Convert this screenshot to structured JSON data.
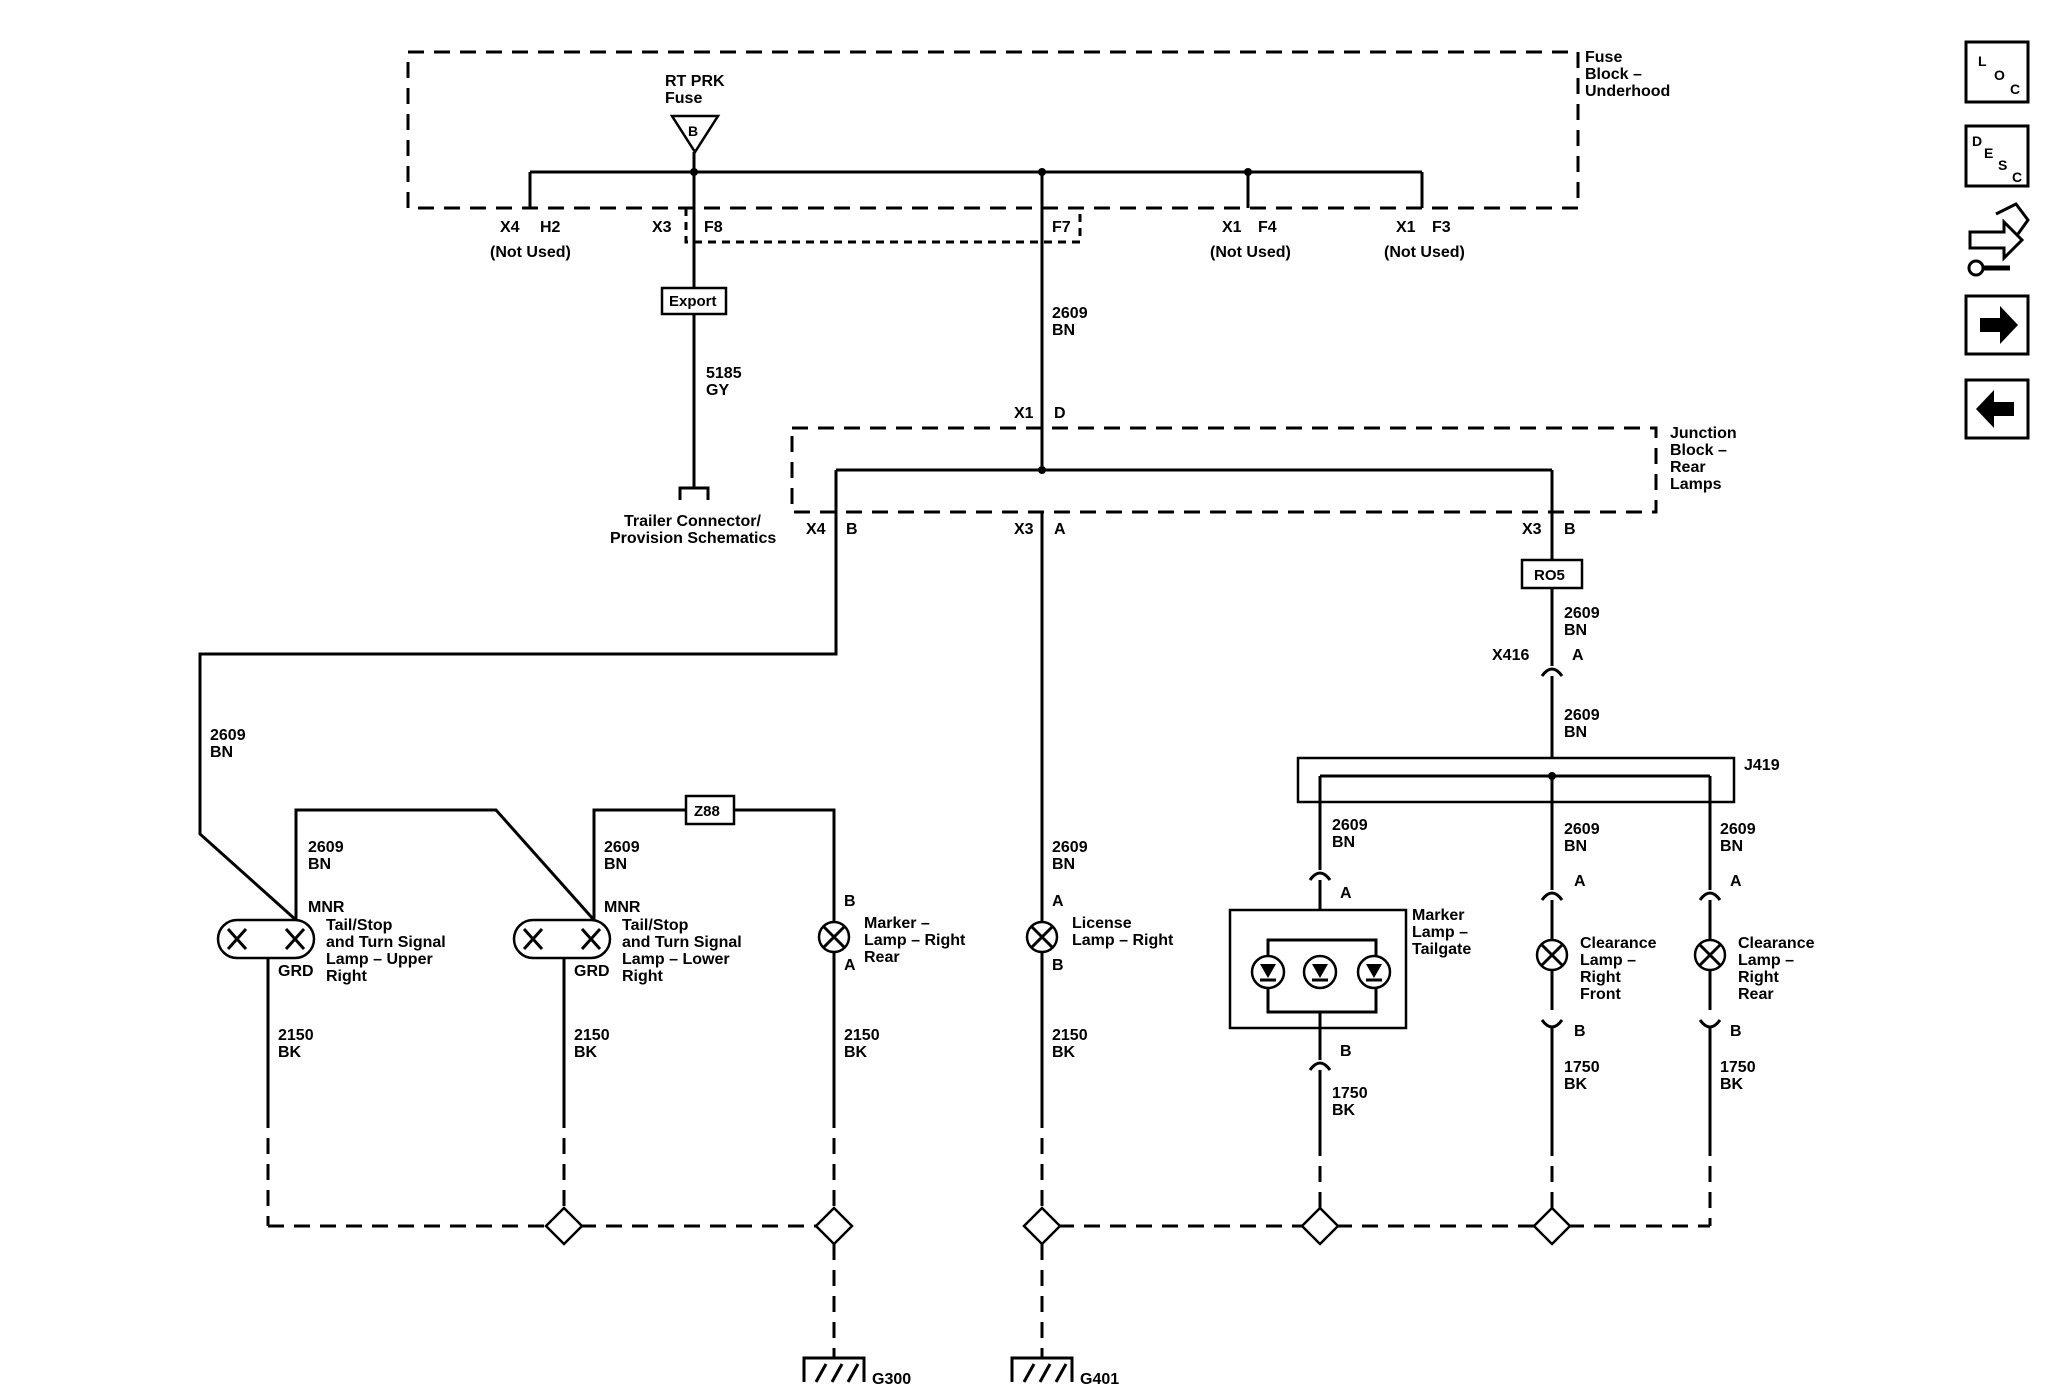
{
  "fuse_block": {
    "label_1": "Fuse",
    "label_2": "Block –",
    "label_3": "Underhood"
  },
  "rt_prk_fuse": {
    "label_1": "RT PRK",
    "label_2": "Fuse",
    "pin": "B"
  },
  "fuse_pins": {
    "x4": "X4",
    "h2": "H2",
    "x3": "X3",
    "f8": "F8",
    "f7": "F7",
    "x1_f4": "X1",
    "f4": "F4",
    "x1_f3": "X1",
    "f3": "F3",
    "not_used_1": "(Not Used)",
    "not_used_2": "(Not Used)",
    "not_used_3": "(Not Used)"
  },
  "export_label": "Export",
  "wire_5185": {
    "num": "5185",
    "color": "GY"
  },
  "trailer": {
    "line_1": "Trailer Connector/",
    "line_2": "Provision Schematics"
  },
  "wire_main": {
    "num": "2609",
    "color": "BN"
  },
  "junction_block": {
    "x1": "X1",
    "d": "D",
    "label_1": "Junction",
    "label_2": "Block –",
    "label_3": "Rear",
    "label_4": "Lamps",
    "x4": "X4",
    "b1": "B",
    "x3a": "X3",
    "a": "A",
    "x3b": "X3",
    "b2": "B"
  },
  "ro5": "RO5",
  "wire_ro5_a": {
    "num": "2609",
    "color": "BN"
  },
  "x416": {
    "name": "X416",
    "pin": "A"
  },
  "wire_ro5_b": {
    "num": "2609",
    "color": "BN"
  },
  "j419": "J419",
  "left_feed": {
    "num": "2609",
    "color": "BN"
  },
  "lamp_upper": {
    "wire_num": "2609",
    "wire_color": "BN",
    "mnr": "MNR",
    "grd": "GRD",
    "line_1": "Tail/Stop",
    "line_2": "and Turn Signal",
    "line_3": "Lamp – Upper",
    "line_4": "Right",
    "gnd_num": "2150",
    "gnd_color": "BK"
  },
  "lamp_lower": {
    "wire_num": "2609",
    "wire_color": "BN",
    "mnr": "MNR",
    "grd": "GRD",
    "line_1": "Tail/Stop",
    "line_2": "and Turn Signal",
    "line_3": "Lamp – Lower",
    "line_4": "Right",
    "gnd_num": "2150",
    "gnd_color": "BK"
  },
  "z88": "Z88",
  "marker_rear": {
    "pin_top": "B",
    "pin_bot": "A",
    "line_1": "Marker –",
    "line_2": "Lamp – Right",
    "line_3": "Rear",
    "gnd_num": "2150",
    "gnd_color": "BK"
  },
  "license": {
    "wire_num": "2609",
    "wire_color": "BN",
    "pin_top": "A",
    "pin_bot": "B",
    "line_1": "License",
    "line_2": "Lamp – Right",
    "gnd_num": "2150",
    "gnd_color": "BK"
  },
  "tailgate": {
    "wire_num": "2609",
    "wire_color": "BN",
    "pin_top": "A",
    "pin_bot": "B",
    "line_1": "Marker",
    "line_2": "Lamp –",
    "line_3": "Tailgate",
    "gnd_num": "1750",
    "gnd_color": "BK"
  },
  "clearance_front": {
    "wire_num": "2609",
    "wire_color": "BN",
    "pin_top": "A",
    "pin_bot": "B",
    "line_1": "Clearance",
    "line_2": "Lamp –",
    "line_3": "Right",
    "line_4": "Front",
    "gnd_num": "1750",
    "gnd_color": "BK"
  },
  "clearance_rear": {
    "wire_num": "2609",
    "wire_color": "BN",
    "pin_top": "A",
    "pin_bot": "B",
    "line_1": "Clearance",
    "line_2": "Lamp –",
    "line_3": "Right",
    "line_4": "Rear",
    "gnd_num": "1750",
    "gnd_color": "BK"
  },
  "grounds": {
    "g300": "G300",
    "g401": "G401"
  },
  "side_buttons": {
    "loc": {
      "l": "L",
      "o": "O",
      "c": "C",
      "icon": "location-icon"
    },
    "desc": {
      "d": "D",
      "e": "E",
      "s": "S",
      "c": "C",
      "icon": "description-icon"
    },
    "tools_icon": "tools-icon",
    "next_icon": "arrow-right-icon",
    "prev_icon": "arrow-left-icon"
  }
}
